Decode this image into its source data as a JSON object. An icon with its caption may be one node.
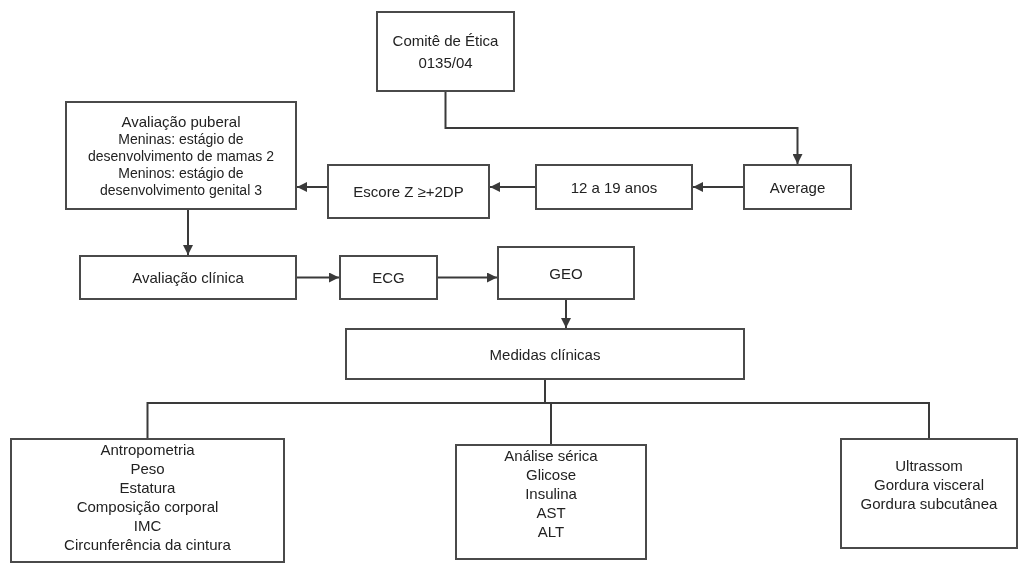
{
  "diagram": {
    "nodes": [
      {
        "text": [
          "Comitê de Ética 0135/04"
        ]
      },
      {
        "text": [
          "Average"
        ]
      },
      {
        "text": [
          "12 a 19 anos"
        ]
      },
      {
        "text": [
          "Escore Z ≥+2DP"
        ]
      },
      {
        "text": [
          "Avaliação puberal",
          "Meninas: estágio de desenvolvimento de mamas 2",
          "Meninos: estágio de desenvolvimento genital 3"
        ]
      },
      {
        "text": [
          "Avaliação clínica"
        ]
      },
      {
        "text": [
          "ECG"
        ]
      },
      {
        "text": [
          "GEO"
        ]
      },
      {
        "text": [
          "Medidas clínicas"
        ]
      },
      {
        "text": [
          "Antropometria",
          "Peso",
          "Estatura",
          "Composição corporal",
          "IMC",
          "Circunferência da cintura"
        ]
      },
      {
        "text": [
          "Análise sérica",
          "Glicose",
          "Insulina",
          "AST",
          "ALT"
        ]
      },
      {
        "text": [
          "Ultrassom",
          "Gordura visceral",
          "Gordura subcutânea"
        ]
      }
    ],
    "edges": [
      {
        "from": 0,
        "to": 1,
        "arrow": "to"
      },
      {
        "from": 1,
        "to": 2,
        "arrow": "to"
      },
      {
        "from": 2,
        "to": 3,
        "arrow": "to"
      },
      {
        "from": 3,
        "to": 4,
        "arrow": "to"
      },
      {
        "from": 4,
        "to": 5,
        "arrow": "to"
      },
      {
        "from": 5,
        "to": 6,
        "arrow": "to"
      },
      {
        "from": 6,
        "to": 7,
        "arrow": "to"
      },
      {
        "from": 7,
        "to": 8,
        "arrow": "to"
      },
      {
        "from": 8,
        "to": 9,
        "arrow": "none"
      },
      {
        "from": 8,
        "to": 10,
        "arrow": "none"
      },
      {
        "from": 8,
        "to": 11,
        "arrow": "none"
      }
    ]
  }
}
